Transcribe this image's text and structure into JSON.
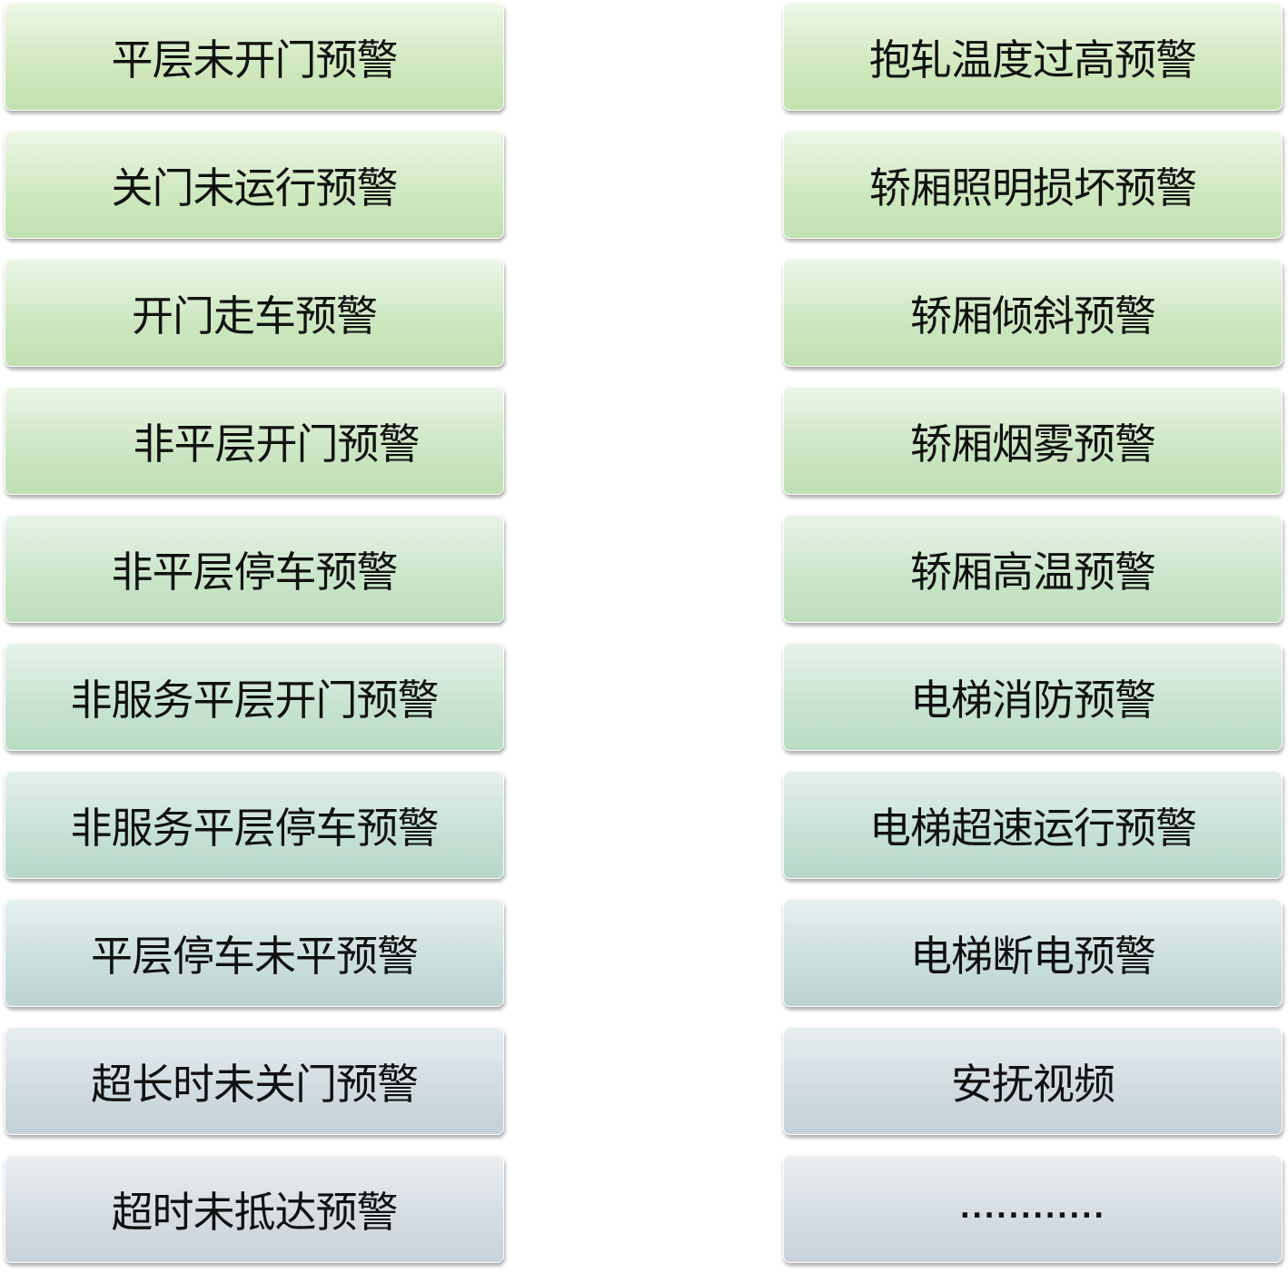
{
  "left_items": [
    "平层未开门预警",
    "关门未运行预警",
    "开门走车预警",
    "非平层开门预警",
    "非平层停车预警",
    "非服务平层开门预警",
    "非服务平层停车预警",
    "平层停车未平预警",
    "超长时未关门预警",
    "超时未抵达预警"
  ],
  "right_items": [
    "抱轧温度过高预警",
    "轿厢照明损坏预警",
    "轿厢倾斜预警",
    "轿厢烟雾预警",
    "轿厢高温预警",
    "电梯消防预警",
    "电梯超速运行预警",
    "电梯断电预警",
    "安抚视频",
    "............"
  ]
}
